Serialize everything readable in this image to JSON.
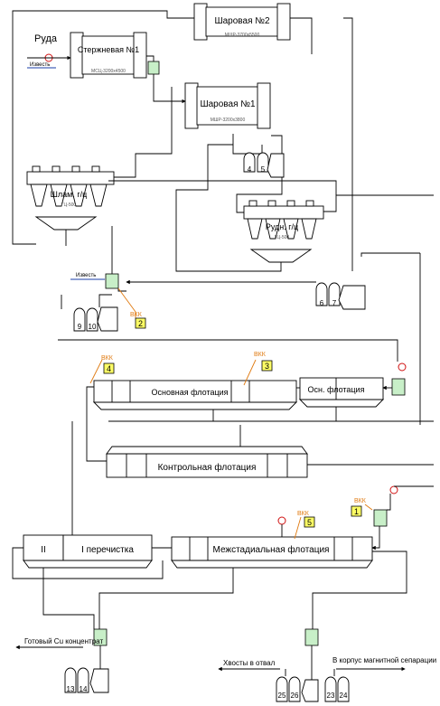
{
  "mills": {
    "ball2": {
      "name": "Шаровая №2",
      "model": "МШР-3700x5500"
    },
    "rod": {
      "name": "Стержневая №1",
      "model": "МСЦ-3200x4500"
    },
    "ball1": {
      "name": "Шаровая №1",
      "model": "МШР-3200x3800"
    }
  },
  "feed": {
    "ore_label": "Руда",
    "lime_label": "Известь",
    "lime2_label": "Известь"
  },
  "hydrocyclones": {
    "slime": {
      "name": "Шлам. г/ц",
      "model": "ГЦ-500"
    },
    "sand": {
      "name": "Рудн. г/ц",
      "model": "ГЦ-500"
    }
  },
  "pumps": [
    "4",
    "5",
    "6",
    "7",
    "9",
    "10",
    "13",
    "14",
    "25",
    "26",
    "23",
    "24"
  ],
  "vkk": [
    {
      "label": "ВКК",
      "num": "2"
    },
    {
      "label": "ВКК",
      "num": "4"
    },
    {
      "label": "ВКК",
      "num": "3"
    },
    {
      "label": "ВКК",
      "num": "1"
    },
    {
      "label": "ВКК",
      "num": "5"
    }
  ],
  "flotation": {
    "basic": "Основная флотация",
    "basic_small": "Осн. флотация",
    "control": "Контрольная флотация",
    "interstage": "Межстадиальная флотация",
    "cleaning_roman": "II",
    "cleaning": "I перечистка"
  },
  "outputs": {
    "concentrate": "Готовый Cu концентрат",
    "tails": "Хвосты в отвал",
    "magnetic": "В корпус магнитной сепарации"
  }
}
